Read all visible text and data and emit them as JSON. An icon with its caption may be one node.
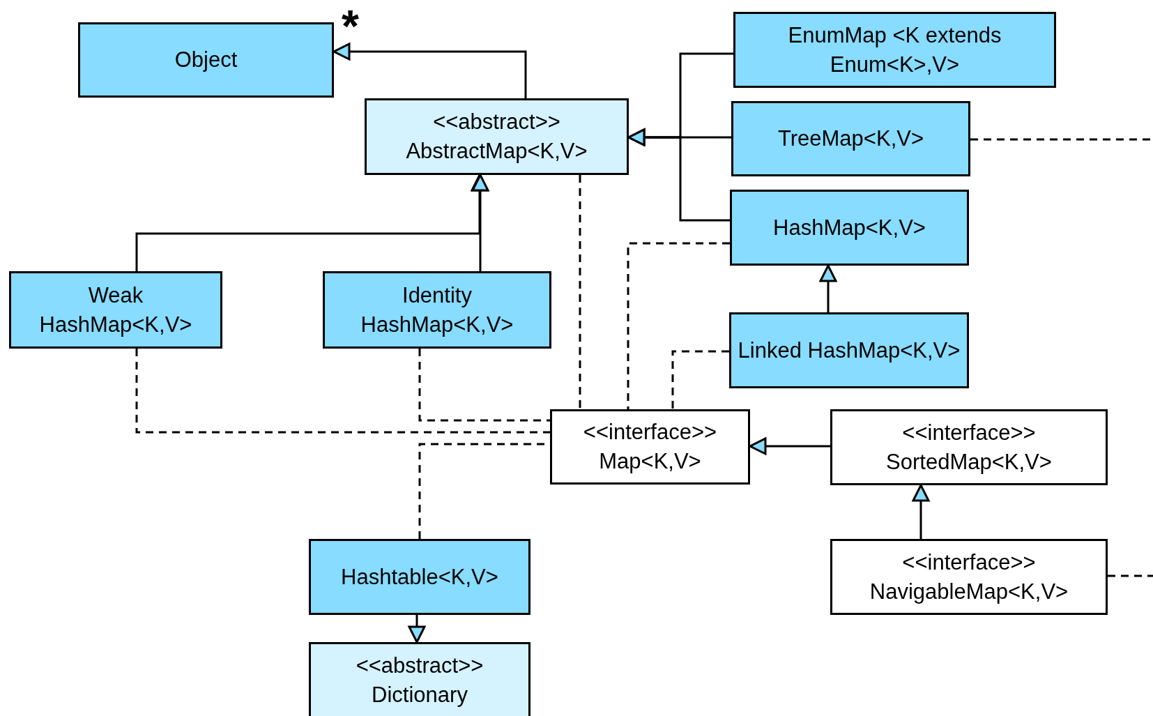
{
  "diagram": {
    "nodes": [
      {
        "text": [
          "Object"
        ]
      },
      {
        "text": [
          "<<abstract>> AbstractMap<K,V>"
        ]
      },
      {
        "text": [
          "EnumMap <K extends Enum<K>,V>"
        ]
      },
      {
        "text": [
          "TreeMap<K,V>"
        ]
      },
      {
        "text": [
          "HashMap<K,V>"
        ]
      },
      {
        "text": [
          "Weak HashMap<K,V>"
        ]
      },
      {
        "text": [
          "Identity HashMap<K,V>"
        ]
      },
      {
        "text": [
          "Linked HashMap<K,V>"
        ]
      },
      {
        "text": [
          "<<interface>> Map<K,V>"
        ]
      },
      {
        "text": [
          "<<interface>> SortedMap<K,V>"
        ]
      },
      {
        "text": [
          "<<interface>> NavigableMap<K,V>"
        ]
      },
      {
        "text": [
          "Hashtable<K,V>"
        ]
      },
      {
        "text": [
          "<<abstract>> Dictionary"
        ]
      }
    ],
    "edges": [
      {
        "from": 1,
        "to": 0,
        "arrow": "to"
      },
      {
        "from": 2,
        "to": 1,
        "arrow": "to"
      },
      {
        "from": 3,
        "to": 1,
        "arrow": "to"
      },
      {
        "from": 4,
        "to": 1,
        "arrow": "to"
      },
      {
        "from": 5,
        "to": 1,
        "arrow": "to"
      },
      {
        "from": 6,
        "to": 1,
        "arrow": "to"
      },
      {
        "from": 7,
        "to": 4,
        "arrow": "to"
      },
      {
        "from": 9,
        "to": 8,
        "arrow": "to"
      },
      {
        "from": 10,
        "to": 9,
        "arrow": "to"
      },
      {
        "from": 11,
        "to": 12,
        "arrow": "to"
      },
      {
        "from": 1,
        "to": 8,
        "arrow": "none",
        "style": "dashed"
      },
      {
        "from": 4,
        "to": 8,
        "arrow": "none",
        "style": "dashed"
      },
      {
        "from": 7,
        "to": 8,
        "arrow": "none",
        "style": "dashed"
      },
      {
        "from": 5,
        "to": 8,
        "arrow": "none",
        "style": "dashed"
      },
      {
        "from": 6,
        "to": 8,
        "arrow": "none",
        "style": "dashed"
      },
      {
        "from": 11,
        "to": 8,
        "arrow": "none",
        "style": "dashed"
      },
      {
        "from": 3,
        "to": null,
        "arrow": "none",
        "style": "dashed"
      },
      {
        "from": 10,
        "to": null,
        "arrow": "none",
        "style": "dashed"
      }
    ],
    "labels": [
      "*"
    ]
  }
}
